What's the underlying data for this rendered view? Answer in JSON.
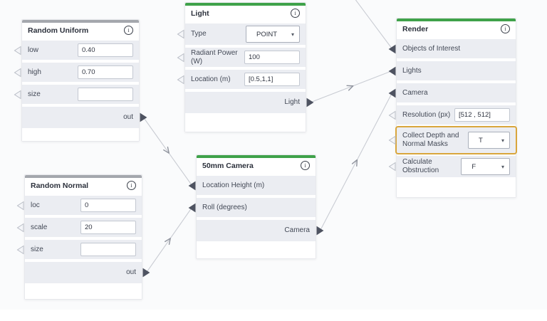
{
  "icons": {
    "info": "i",
    "dropdown_caret": "▾"
  },
  "colors": {
    "accent_green": "#3fa24a",
    "header_gray": "#a4a7ad",
    "row_background": "#ebedf2",
    "highlight_orange": "#d9a63c",
    "edge_line": "#c9ccd3",
    "port_connected": "#4e5361",
    "canvas_background": "#fafbfc"
  },
  "nodes": [
    {
      "title": "Random Uniform",
      "rows": [
        {
          "label": "low",
          "value": "0.40"
        },
        {
          "label": "high",
          "value": "0.70"
        },
        {
          "label": "size",
          "value": ""
        },
        {
          "label": "out"
        }
      ]
    },
    {
      "title": "Random Normal",
      "rows": [
        {
          "label": "loc",
          "value": "0"
        },
        {
          "label": "scale",
          "value": "20"
        },
        {
          "label": "size",
          "value": ""
        },
        {
          "label": "out"
        }
      ]
    },
    {
      "title": "Light",
      "rows": [
        {
          "label": "Type",
          "value": "POINT"
        },
        {
          "label": "Radiant Power (W)",
          "value": "100"
        },
        {
          "label": "Location (m)",
          "value": "[0.5,1,1]"
        },
        {
          "label": "Light"
        }
      ]
    },
    {
      "title": "50mm Camera",
      "rows": [
        {
          "label": "Location Height (m)"
        },
        {
          "label": "Roll (degrees)"
        },
        {
          "label": "Camera"
        }
      ]
    },
    {
      "title": "Render",
      "rows": [
        {
          "label": "Objects of Interest"
        },
        {
          "label": "Lights"
        },
        {
          "label": "Camera"
        },
        {
          "label": "Resolution (px)",
          "value": "[512 , 512]"
        },
        {
          "label": "Collect Depth and Normal Masks",
          "value": "T"
        },
        {
          "label": "Calculate Obstruction",
          "value": "F"
        }
      ]
    }
  ],
  "edges": [
    {
      "from": "ru-out",
      "to": "cam-height",
      "chevron": true,
      "from_name": "Random Uniform / out",
      "to_name": "50mm Camera / Location Height (m)"
    },
    {
      "from": "rn-out",
      "to": "cam-roll",
      "chevron": true,
      "from_name": "Random Normal / out",
      "to_name": "50mm Camera / Roll (degrees)"
    },
    {
      "from": "li-out",
      "to": "re-lights",
      "chevron": true,
      "from_name": "Light / Light",
      "to_name": "Render / Lights"
    },
    {
      "from": "cam-out",
      "to": "re-camera",
      "chevron": true,
      "from_name": "50mm Camera / Camera",
      "to_name": "Render / Camera"
    },
    {
      "from_point": [
        489,
        -14
      ],
      "to": "re-objects",
      "chevron": false,
      "from_name": "offscreen",
      "to_name": "Render / Objects of Interest"
    }
  ]
}
